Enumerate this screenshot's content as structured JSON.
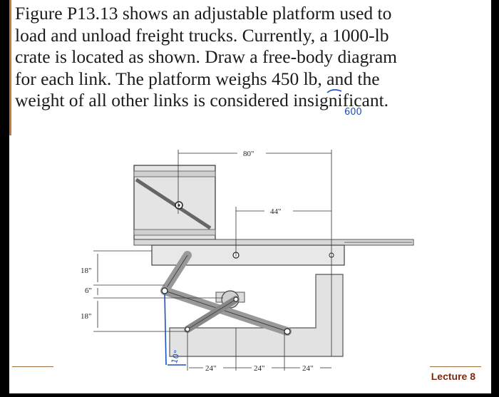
{
  "problem_lines": [
    "Figure P13.13 shows an adjustable platform used to",
    "load and unload freight trucks. Currently, a 1000-lb",
    "crate is located as shown. Draw a free-body diagram",
    "for each link. The platform weighs 450 lb, and the",
    "weight of all other links is considered insignificant."
  ],
  "handwritten_correction": "600",
  "dimensions": {
    "top_span": "80\"",
    "platform_span": "44\"",
    "left_upper": "18\"",
    "left_middle": "6\"",
    "left_lower": "18\"",
    "bottom_1": "24\"",
    "bottom_2": "24\"",
    "bottom_3": "24\"",
    "handwritten_bottom": "10\""
  },
  "footer": {
    "label": "Lecture 8"
  },
  "colors": {
    "ink": "#1a1a1a",
    "annotation": "#1d4fc4",
    "accent": "#7a2a10"
  }
}
